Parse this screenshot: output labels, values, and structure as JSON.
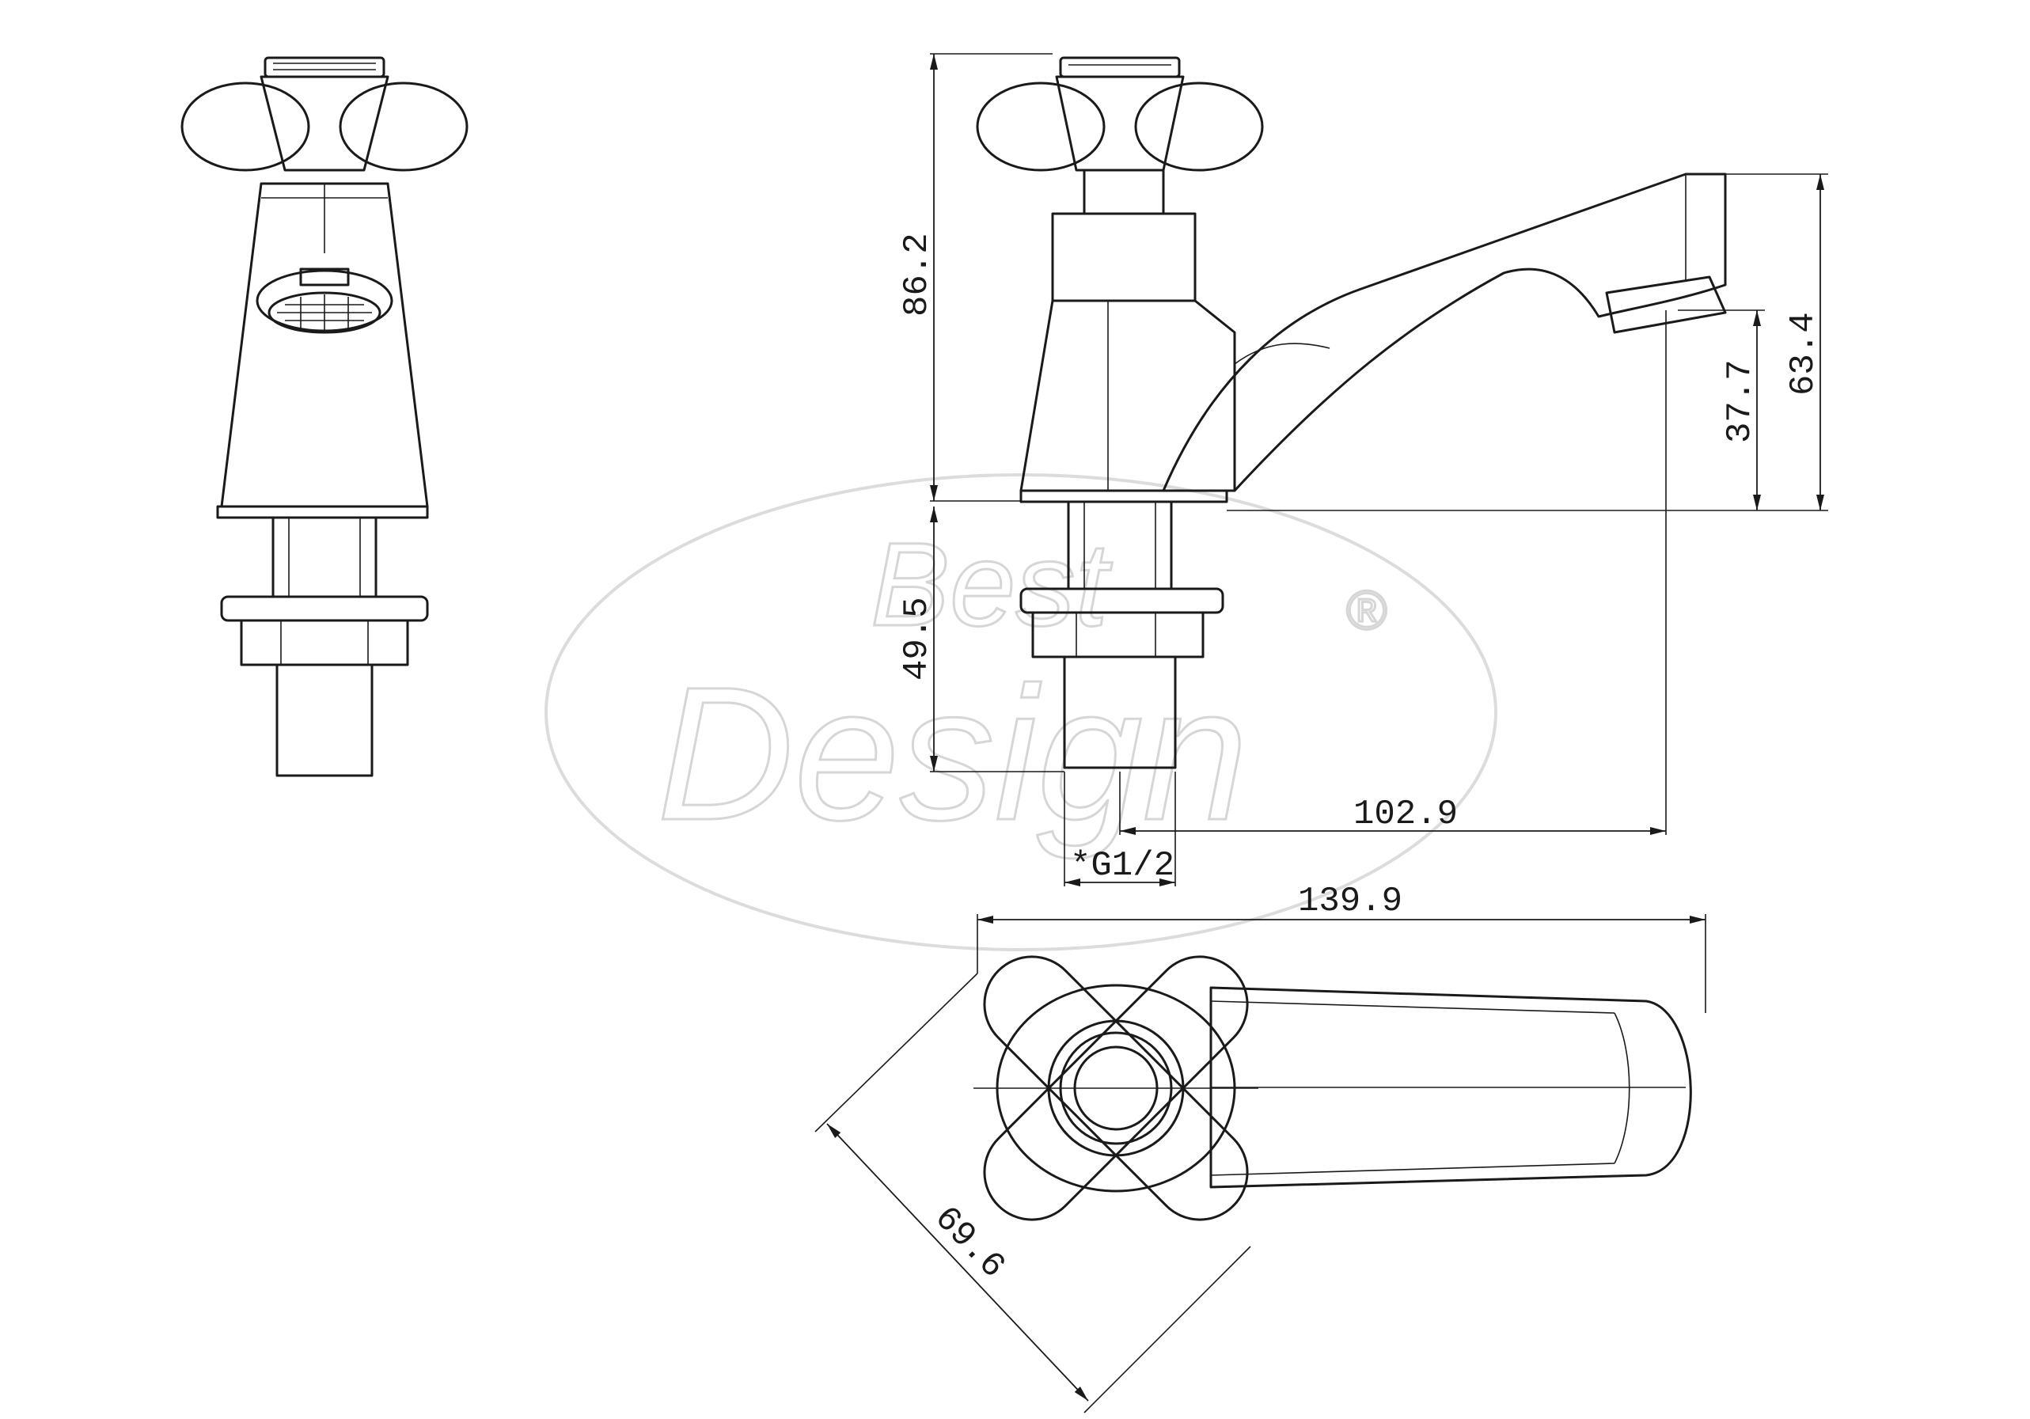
{
  "watermark": {
    "line1": "Best",
    "line2": "Design",
    "mark": "®"
  },
  "dimensions": {
    "height_total": "86.2",
    "spout_height": "63.4",
    "spout_outlet": "37.7",
    "shank_length": "49.5",
    "projection": "102.9",
    "thread": "*G1/2",
    "overall_length": "139.9",
    "handle_span": "69.6"
  },
  "views": [
    "front-view",
    "side-view",
    "top-view"
  ]
}
